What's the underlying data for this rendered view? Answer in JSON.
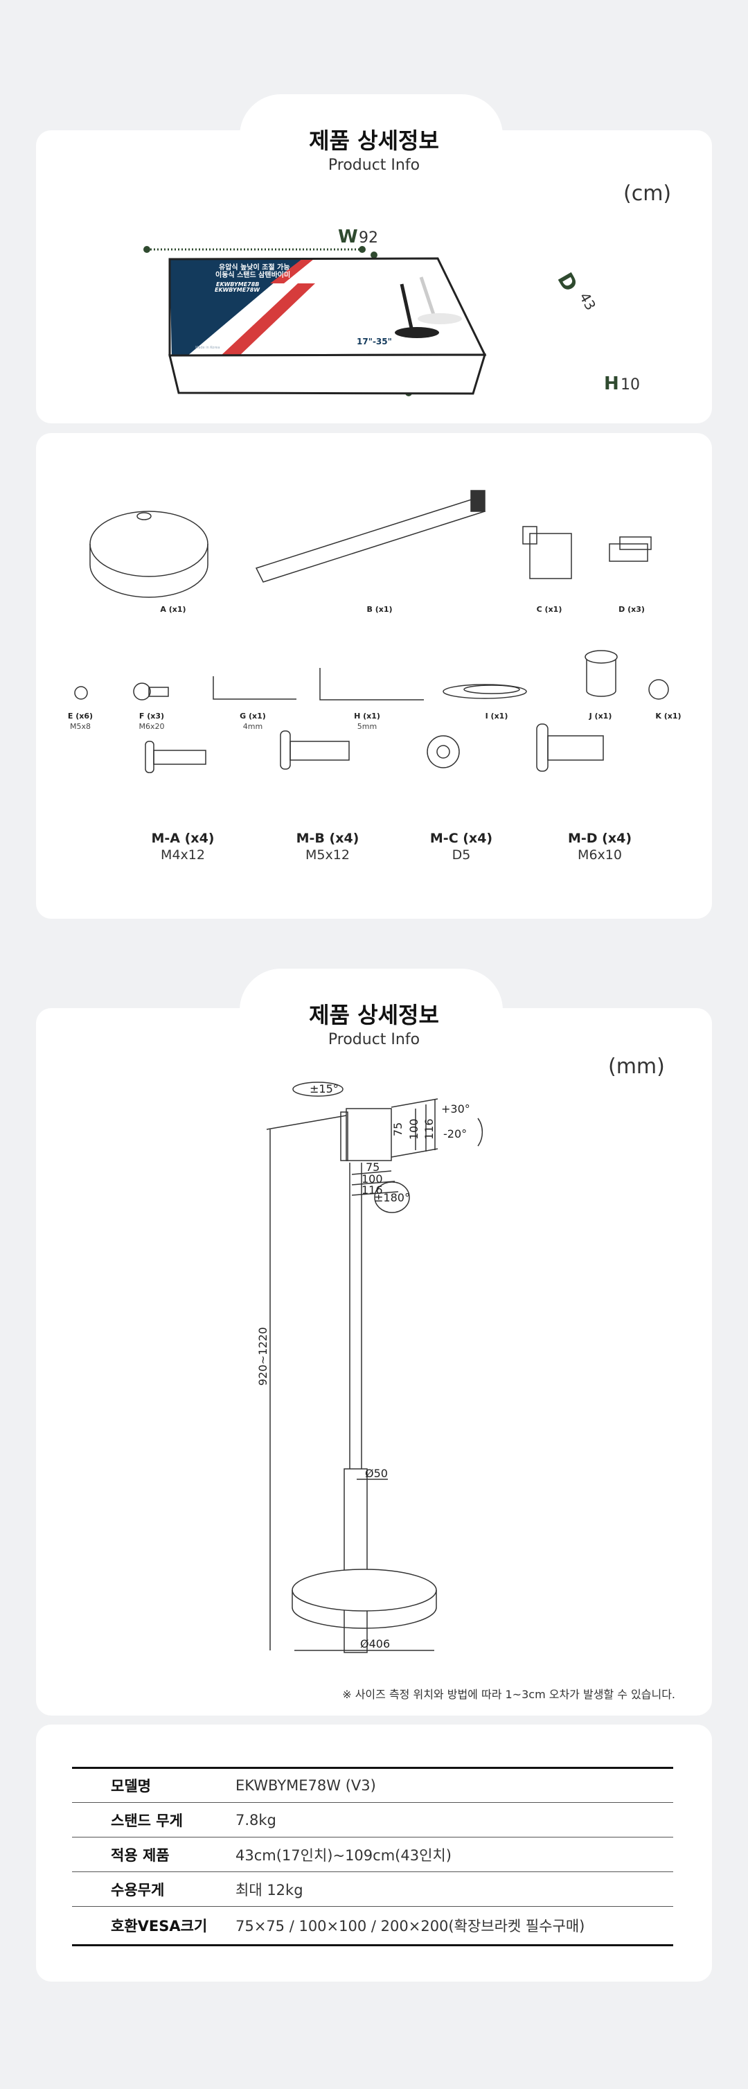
{
  "section1": {
    "title": "제품 상세정보",
    "subtitle": "Product Info",
    "unit": "(cm)",
    "width_label": "W",
    "width_value": "92",
    "depth_label": "D",
    "depth_value": "43",
    "height_label": "H",
    "height_value": "10",
    "box_print": {
      "headline1": "유압식 높낮이 조절 가능",
      "headline2": "이동식 스탠드 삼텐바이미",
      "model1": "EKWBYME78B",
      "model2": "EKWBYME78W",
      "size_range": "17\"-35\"",
      "made_in": "Made in Korea"
    }
  },
  "parts": {
    "row1": [
      {
        "label": "A (x1)"
      },
      {
        "label": "B (x1)"
      },
      {
        "label": "C (x1)"
      },
      {
        "label": "D (x3)"
      }
    ],
    "row2": [
      {
        "label": "E (x6)",
        "spec": "M5x8"
      },
      {
        "label": "F (x3)",
        "spec": "M6x20"
      },
      {
        "label": "G (x1)",
        "spec": "4mm"
      },
      {
        "label": "H (x1)",
        "spec": "5mm"
      },
      {
        "label": "I (x1)",
        "spec": ""
      },
      {
        "label": "J (x1)",
        "spec": ""
      },
      {
        "label": "K (x1)",
        "spec": ""
      }
    ],
    "row3": [
      {
        "label": "M-A (x4)",
        "spec": "M4x12"
      },
      {
        "label": "M-B (x4)",
        "spec": "M5x12"
      },
      {
        "label": "M-C (x4)",
        "spec": "D5"
      },
      {
        "label": "M-D (x4)",
        "spec": "M6x10"
      }
    ]
  },
  "section2": {
    "title": "제품 상세정보",
    "subtitle": "Product Info",
    "unit": "(mm)",
    "dims": {
      "swivel": "±15°",
      "tilt_up": "+30°",
      "tilt_down": "-20°",
      "rotate": "±180°",
      "v75": "75",
      "v100": "100",
      "v116": "116",
      "h75": "75",
      "h100": "100",
      "h116": "116",
      "height": "920~1220",
      "pole": "Ø50",
      "base": "Ø406"
    },
    "note": "※ 사이즈 측정 위치와 방법에 따라 1~3cm 오차가 발생할 수 있습니다."
  },
  "specs": [
    {
      "key": "모델명",
      "value": "EKWBYME78W (V3)"
    },
    {
      "key": "스탠드 무게",
      "value": "7.8kg"
    },
    {
      "key": "적용 제품",
      "value": "43cm(17인치)~109cm(43인치)"
    },
    {
      "key": "수용무게",
      "value": "최대 12kg"
    },
    {
      "key": "호환VESA크기",
      "value": "75×75 / 100×100 / 200×200(확장브라켓 필수구매)"
    }
  ],
  "colors": {
    "navy": "#133a5c",
    "red": "#d63c3c",
    "dim_green": "#2f4a2f"
  }
}
